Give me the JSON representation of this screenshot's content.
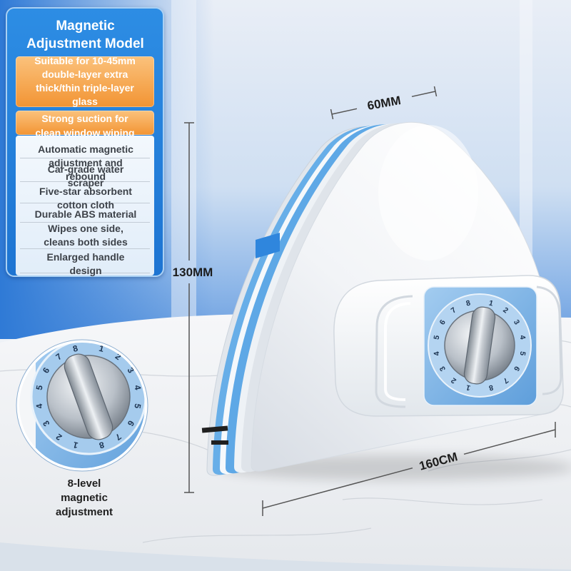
{
  "panel": {
    "title": "Magnetic Adjustment Model",
    "highlights": [
      "Suitable for 10-45mm double-layer extra thick/thin triple-layer glass",
      "Strong suction for clean window wiping"
    ],
    "features": [
      "Automatic magnetic adjustment and rebound",
      "Car-grade water scraper",
      "Five-star absorbent cotton cloth",
      "Durable ABS material",
      "Wipes one side, cleans both sides",
      "Enlarged handle design"
    ]
  },
  "dimensions": {
    "depth": "60MM",
    "height": "130MM",
    "width": "160CM"
  },
  "inset_caption": "8-level magnetic adjustment",
  "dial": {
    "numbers": [
      "1",
      "2",
      "3",
      "4",
      "5",
      "6",
      "7",
      "8"
    ]
  },
  "colors": {
    "panel_blue": "#1d74d2",
    "highlight_orange": "#f29433",
    "product_blue": "#67aee8",
    "product_white": "#ffffff"
  }
}
